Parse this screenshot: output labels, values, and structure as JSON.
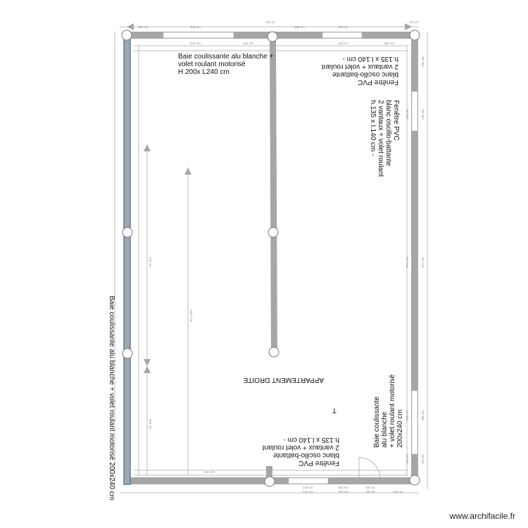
{
  "plan": {
    "room_label": "APPARTEMENT  DROITE",
    "marker": "T",
    "notes": {
      "top_left": [
        "Baie coulissante alu blanche +",
        " volet roulant motorisé",
        "H 200x L240 cm"
      ],
      "top_right": [
        "Fenêtre PVC",
        "blanc oscillo-battante",
        "2 vantaux + volet roulant",
        "h.135 x l.140 cm -"
      ],
      "right_upper": [
        "Fenêtre PVC",
        "blanc oscillo-battante",
        "2 vantaux + volet roulant",
        "h.135 x l.140 cm -"
      ],
      "bottom_middle": [
        "Fenêtre PVC",
        "blanc oscillo-battante",
        "2 vantaux + volet roulant",
        "h.135 x l.140 cm -"
      ],
      "right_lower": [
        "Baie coulissante",
        "alu blanche",
        "+ volet roulant motorisé",
        "200x240  cm"
      ],
      "left_vertical": "Baie coulissante alu blanche + volet roulant motorisé 200x240 cm"
    },
    "dimensions": {
      "top_outer": [
        "131 cm",
        "240 cm",
        "35 cm",
        "159 cm",
        "140 cm",
        "35 cm"
      ],
      "top_inner": [
        "240 cm",
        "116 cm",
        "140 cm",
        "159 cm"
      ],
      "right": [
        "200 cm",
        "140 cm",
        "140 cm",
        "871 cm",
        "871 cm",
        "180 cm",
        "180 cm",
        "120 cm",
        "120 cm"
      ],
      "left": [
        "772 cm",
        "1077 cm",
        "364 cm"
      ],
      "bottom": [
        "541 cm",
        "140 cm",
        "102 cm",
        "66 cm",
        "140 cm",
        "102 cm",
        "66 cm",
        "119 cm"
      ]
    },
    "colors": {
      "wall": "#a6a6a6",
      "dimension": "#9a9a9a",
      "accent_wall": "#4a7fc1",
      "dimension_badge": "#3a9a3a"
    }
  },
  "watermark": "www.archifacile.fr"
}
